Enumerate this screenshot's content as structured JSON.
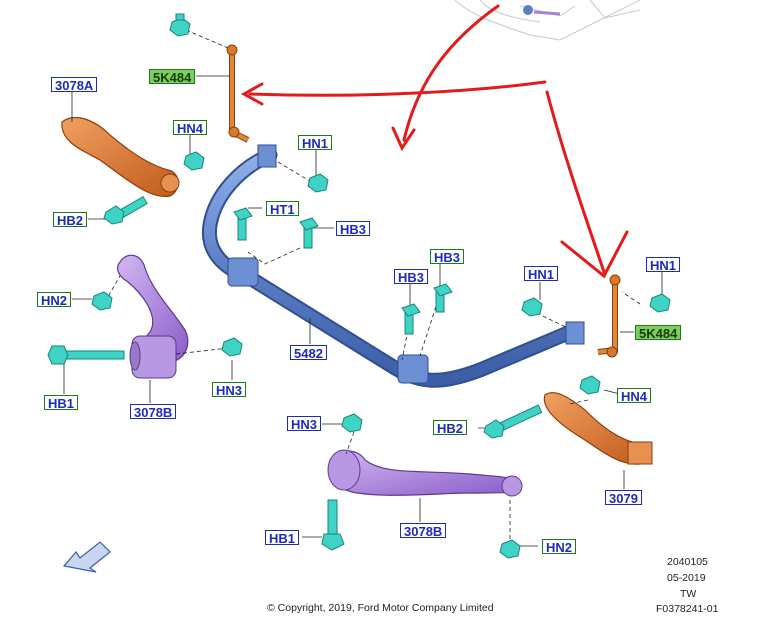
{
  "labels": {
    "l_3078a": "3078A",
    "l_5k484_left": "5K484",
    "l_hn4_left": "HN4",
    "l_hn1_top": "HN1",
    "l_hb2_left": "HB2",
    "l_ht1": "HT1",
    "l_hb3_left": "HB3",
    "l_hn2_left": "HN2",
    "l_hb3_mid": "HB3",
    "l_hb3_right": "HB3",
    "l_hn1_mid": "HN1",
    "l_hn1_right": "HN1",
    "l_5k484_right": "5K484",
    "l_5482": "5482",
    "l_hb1_left": "HB1",
    "l_3078b_left": "3078B",
    "l_hn3_left": "HN3",
    "l_hn4_right": "HN4",
    "l_hb2_right": "HB2",
    "l_3079": "3079",
    "l_hn3_bottom": "HN3",
    "l_3078b_bottom": "3078B",
    "l_hb1_bottom": "HB1",
    "l_hn2_bottom": "HN2"
  },
  "footer": {
    "copyright": "© Copyright, 2019, Ford Motor Company Limited",
    "code1": "2040105",
    "code2": "05-2019",
    "code3": "TW",
    "code4": "F0378241-01"
  },
  "icons": {
    "front_arrow": "direction-arrow-icon"
  },
  "colors": {
    "stabilizer_bar": "#5b7ec6",
    "orange_part": "#d9772a",
    "purple_part": "#a780d8",
    "fastener": "#3fd3c6",
    "annotation": "#e11c1c"
  }
}
